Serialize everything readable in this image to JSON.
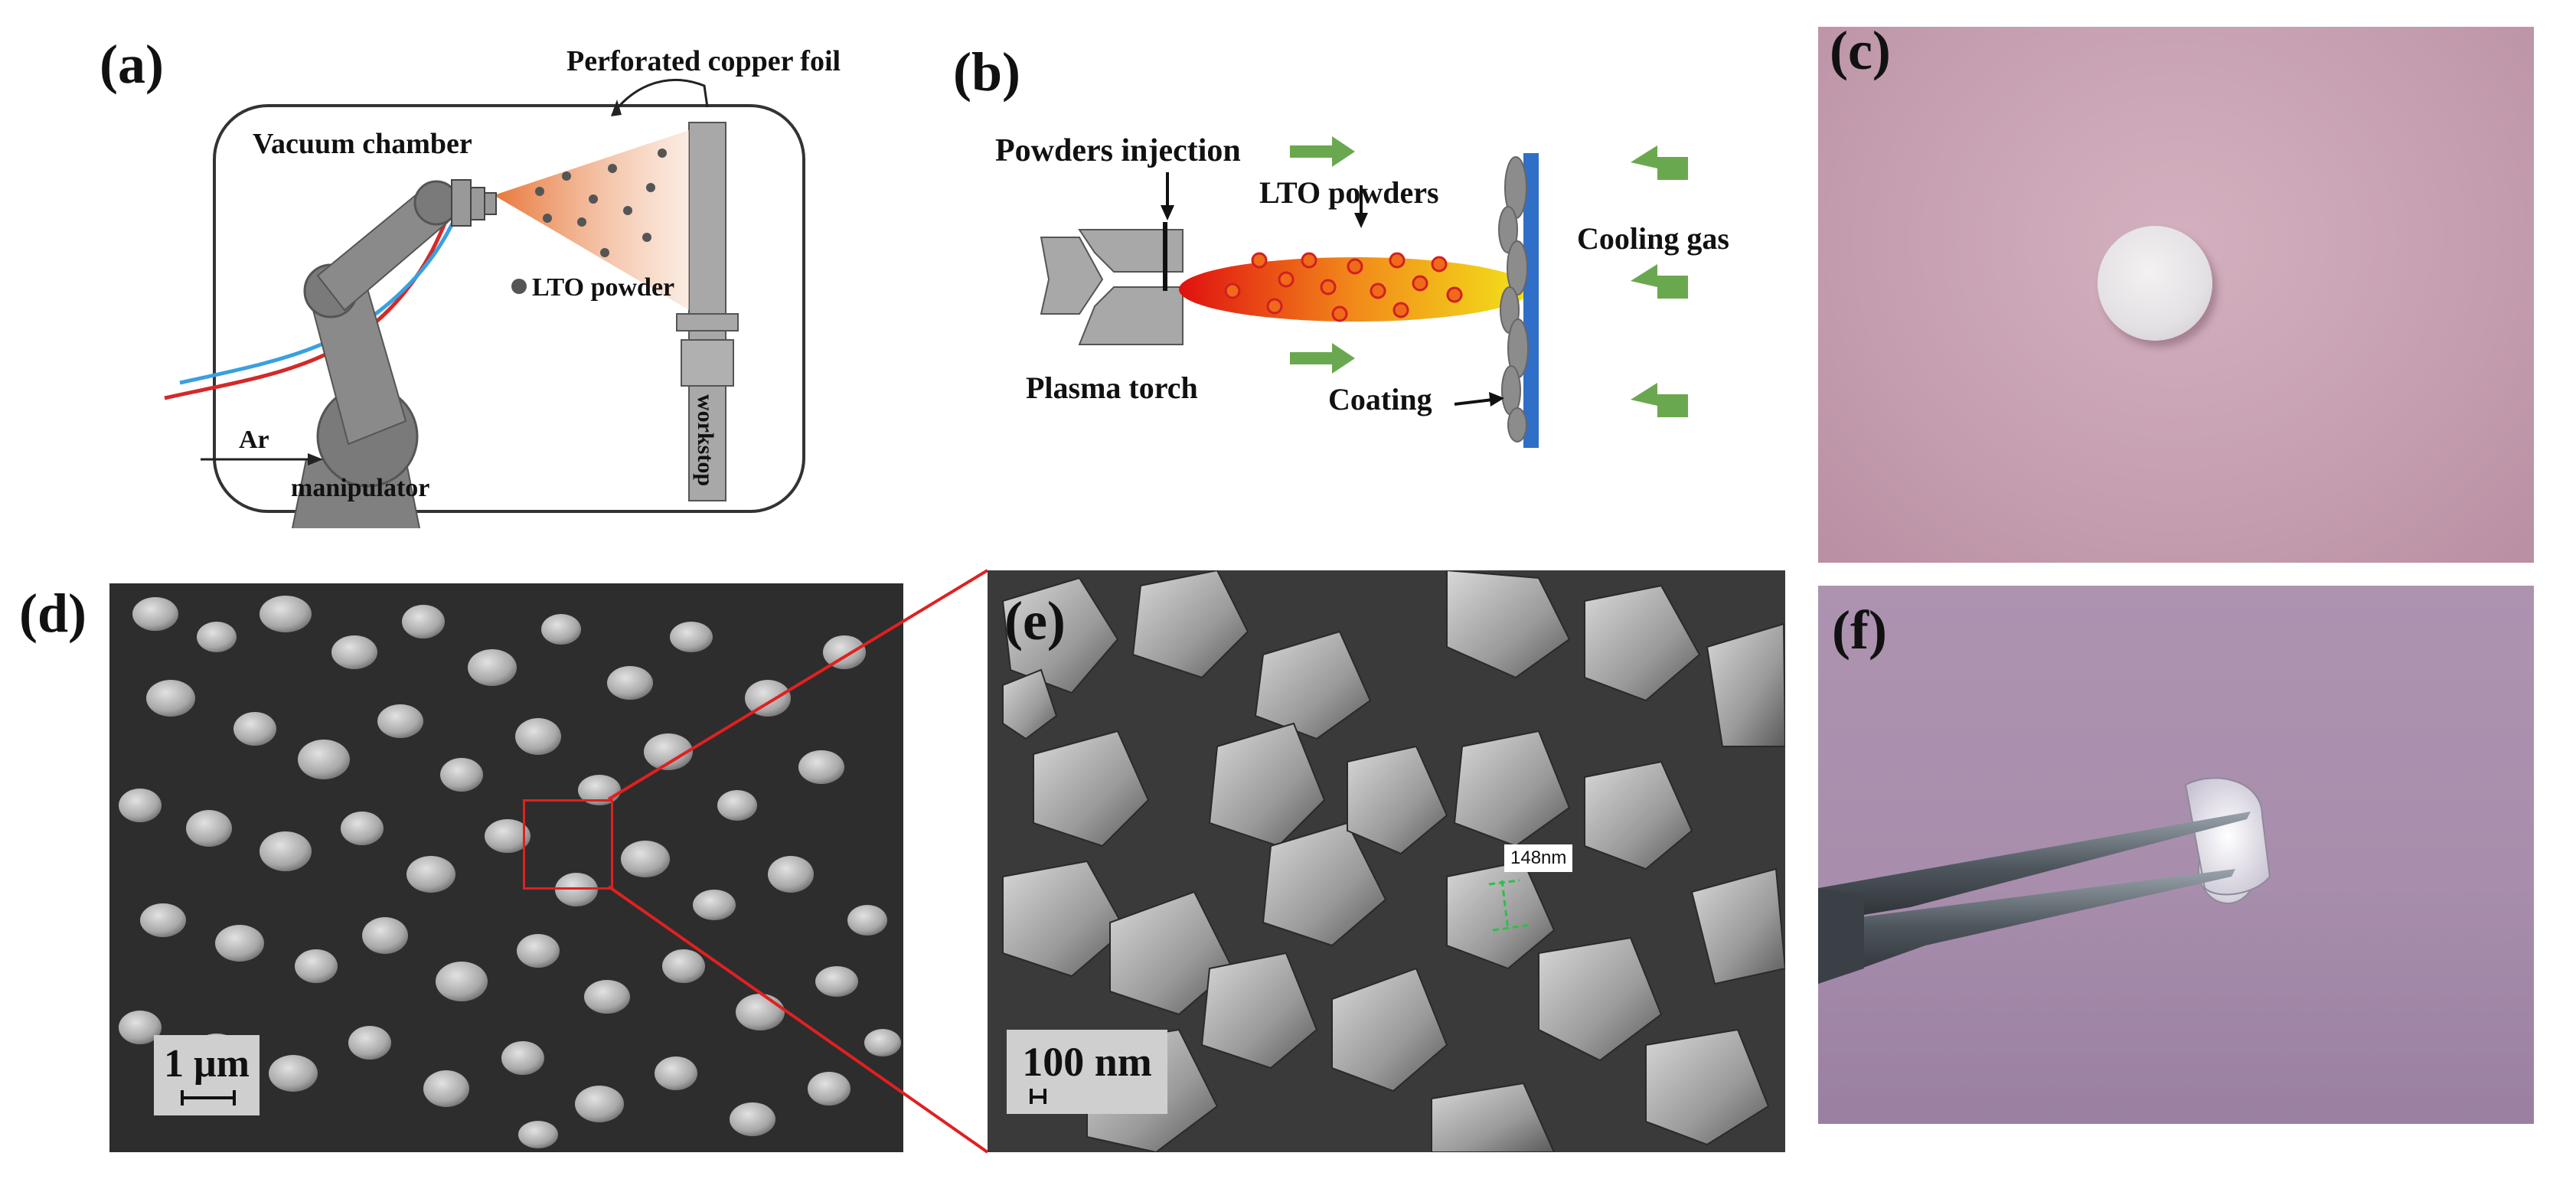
{
  "panels": {
    "a": {
      "label": "(a)",
      "perforated_copper_foil": "Perforated copper foil",
      "vacuum_chamber": "Vacuum chamber",
      "lto_powder": "LTO powder",
      "ar": "Ar",
      "manipulator": "manipulator",
      "workstop": "workstop"
    },
    "b": {
      "label": "(b)",
      "powders_injection": "Powders injection",
      "lto_powders": "LTO powders",
      "cooling_gas": "Cooling gas",
      "plasma_torch": "Plasma torch",
      "coating": "Coating"
    },
    "c": {
      "label": "(c)"
    },
    "d": {
      "label": "(d)",
      "scale": "1 μm"
    },
    "e": {
      "label": "(e)",
      "scale": "100 nm",
      "measure": "148nm"
    },
    "f": {
      "label": "(f)"
    }
  },
  "colors": {
    "photo_bg_c": "#c8a3b3",
    "photo_bg_f": "#a78ca9",
    "arrow_green": "#6aa84f",
    "zoom_red": "#e02020",
    "substrate_blue": "#2f6fc7",
    "hose_red": "#d62828",
    "hose_blue": "#3aa0e0"
  }
}
